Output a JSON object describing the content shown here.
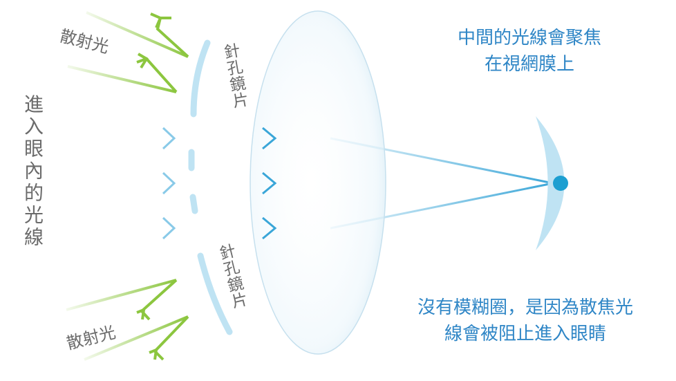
{
  "labels": {
    "scatter_top": "散射光",
    "scatter_bottom": "散射光",
    "pinhole_top": "針孔鏡片",
    "pinhole_bottom": "針孔鏡片",
    "incoming_light": "進入眼內的光線"
  },
  "captions": {
    "focus_line1": "中間的光線會聚焦",
    "focus_line2": "在視網膜上",
    "blocked_line1": "沒有模糊圈，是因為散焦光",
    "blocked_line2": "線會被阻止進入眼睛"
  },
  "colors": {
    "light_ray": "#3aa6d8",
    "scatter_ray": "#8cc63f",
    "pinhole": "#bfe3f3",
    "lens_edge": "#c6e0ee",
    "retina": "#bfe3f3",
    "focal_point": "#1c9fd1",
    "caption_text": "#2f86c6",
    "label_text": "#6b6b6b"
  }
}
